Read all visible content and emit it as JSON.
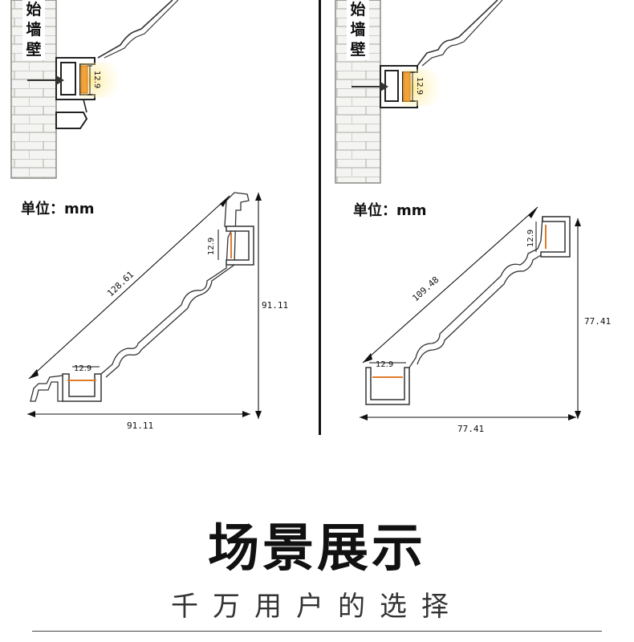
{
  "left": {
    "wall_label_lines": [
      "始",
      "墙",
      "壁"
    ],
    "led_dim_top": "12.9",
    "unit_label": "单位：mm",
    "diagonal_dim": "128.61",
    "inner_dim_top": "12.9",
    "inner_dim_bottom": "12.9",
    "height_dim": "91.11",
    "width_dim": "91.11"
  },
  "right": {
    "wall_label_lines": [
      "始",
      "墙",
      "壁"
    ],
    "led_dim_top": "12.9",
    "unit_label": "单位：mm",
    "diagonal_dim": "109.48",
    "inner_dim_top": "12.9",
    "inner_dim_bottom": "12.9",
    "height_dim": "77.41",
    "width_dim": "77.41"
  },
  "scene": {
    "title": "场景展示",
    "subtitle": "千万用户的选择"
  }
}
